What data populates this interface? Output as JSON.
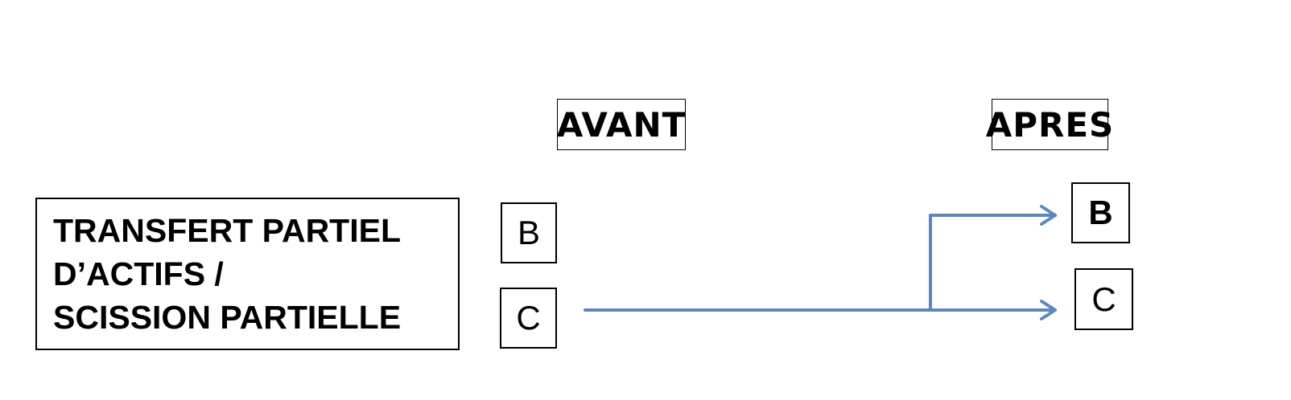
{
  "headings": {
    "before": "AVANT",
    "after": "APRES"
  },
  "title": "TRANSFERT PARTIEL\nD’ACTIFS /\nSCISSION PARTIELLE",
  "before_entities": {
    "b": "B",
    "c": "C"
  },
  "after_entities": {
    "b": "B",
    "c": "C"
  },
  "colors": {
    "arrow": "#5b87bd"
  }
}
